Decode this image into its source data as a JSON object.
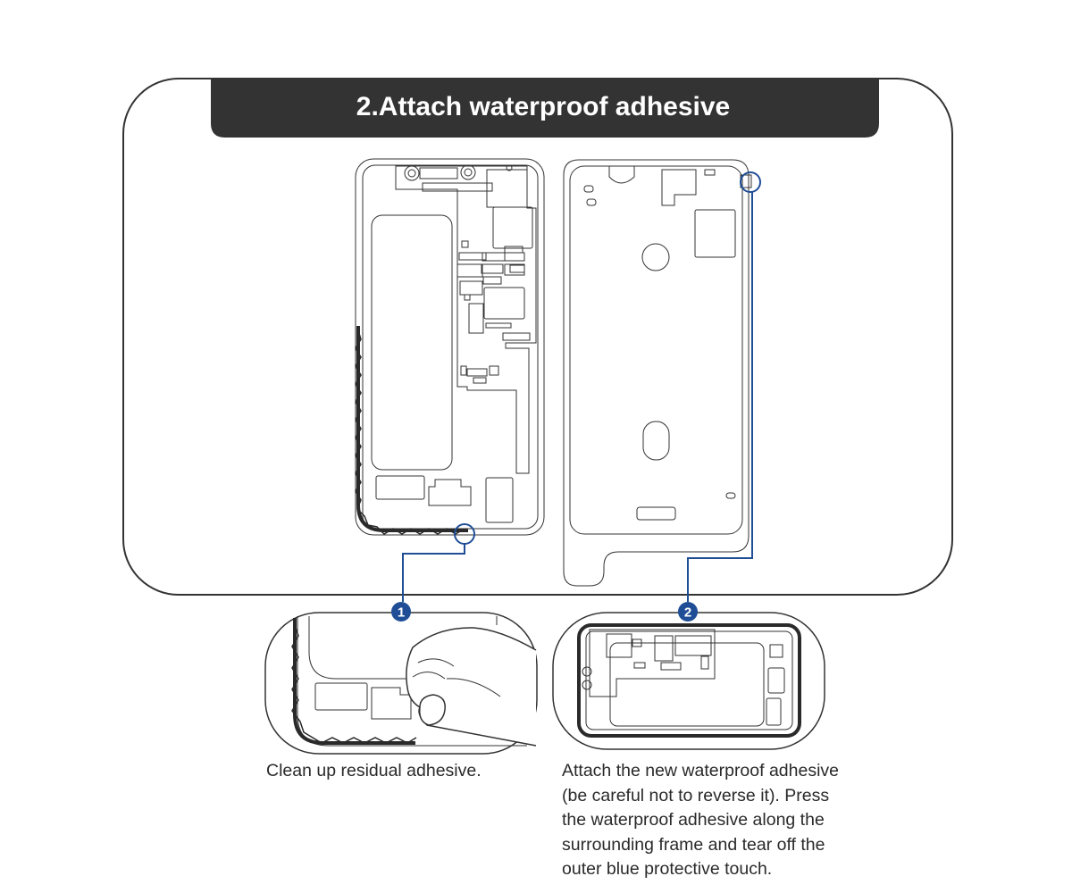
{
  "title": "2.Attach waterproof adhesive",
  "steps": [
    {
      "number": "1",
      "caption_lines": [
        "Clean up residual adhesive."
      ]
    },
    {
      "number": "2",
      "caption_lines": [
        "Attach the new waterproof adhesive",
        "(be careful not to reverse it). Press",
        "the waterproof adhesive along the",
        "surrounding frame and tear off the",
        "outer blue protective touch."
      ]
    }
  ],
  "colors": {
    "outline": "#333333",
    "header_bg": "#333333",
    "callout_blue": "#1f4e96",
    "badge_blue": "#1f4e96",
    "adhesive": "#2a2a2a"
  }
}
